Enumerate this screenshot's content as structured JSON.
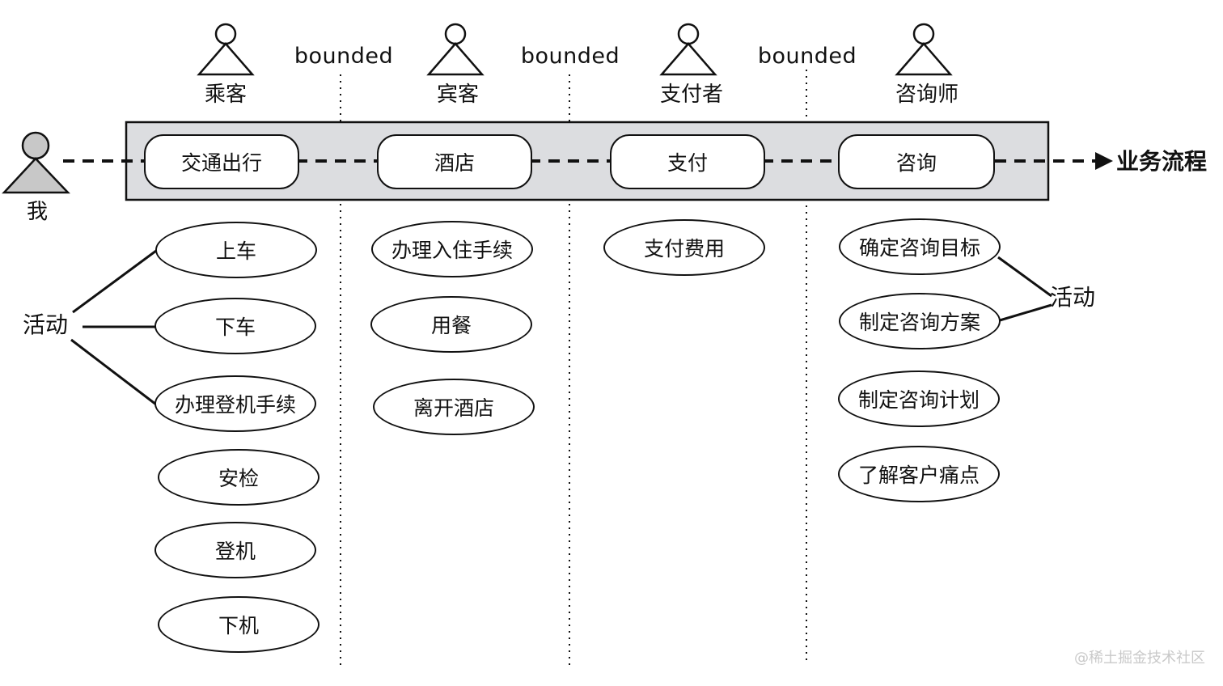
{
  "actors": [
    {
      "id": "passenger",
      "label": "乘客"
    },
    {
      "id": "guest",
      "label": "宾客"
    },
    {
      "id": "payer",
      "label": "支付者"
    },
    {
      "id": "consultant",
      "label": "咨询师"
    }
  ],
  "me": {
    "label": "我"
  },
  "bounded_label": "bounded",
  "flow_label": "业务流程",
  "process_steps": [
    "交通出行",
    "酒店",
    "支付",
    "咨询"
  ],
  "activity_label": "活动",
  "activities": {
    "transport": [
      "上车",
      "下车",
      "办理登机手续",
      "安检",
      "登机",
      "下机"
    ],
    "hotel": [
      "办理入住手续",
      "用餐",
      "离开酒店"
    ],
    "payment": [
      "支付费用"
    ],
    "consulting": [
      "确定咨询目标",
      "制定咨询方案",
      "制定咨询计划",
      "了解客户痛点"
    ]
  },
  "watermark": "@稀土掘金技术社区",
  "colors": {
    "stroke": "#111111",
    "band_fill": "#dcdde0",
    "me_fill": "#c8c8c8",
    "watermark": "#c9c9c9"
  }
}
